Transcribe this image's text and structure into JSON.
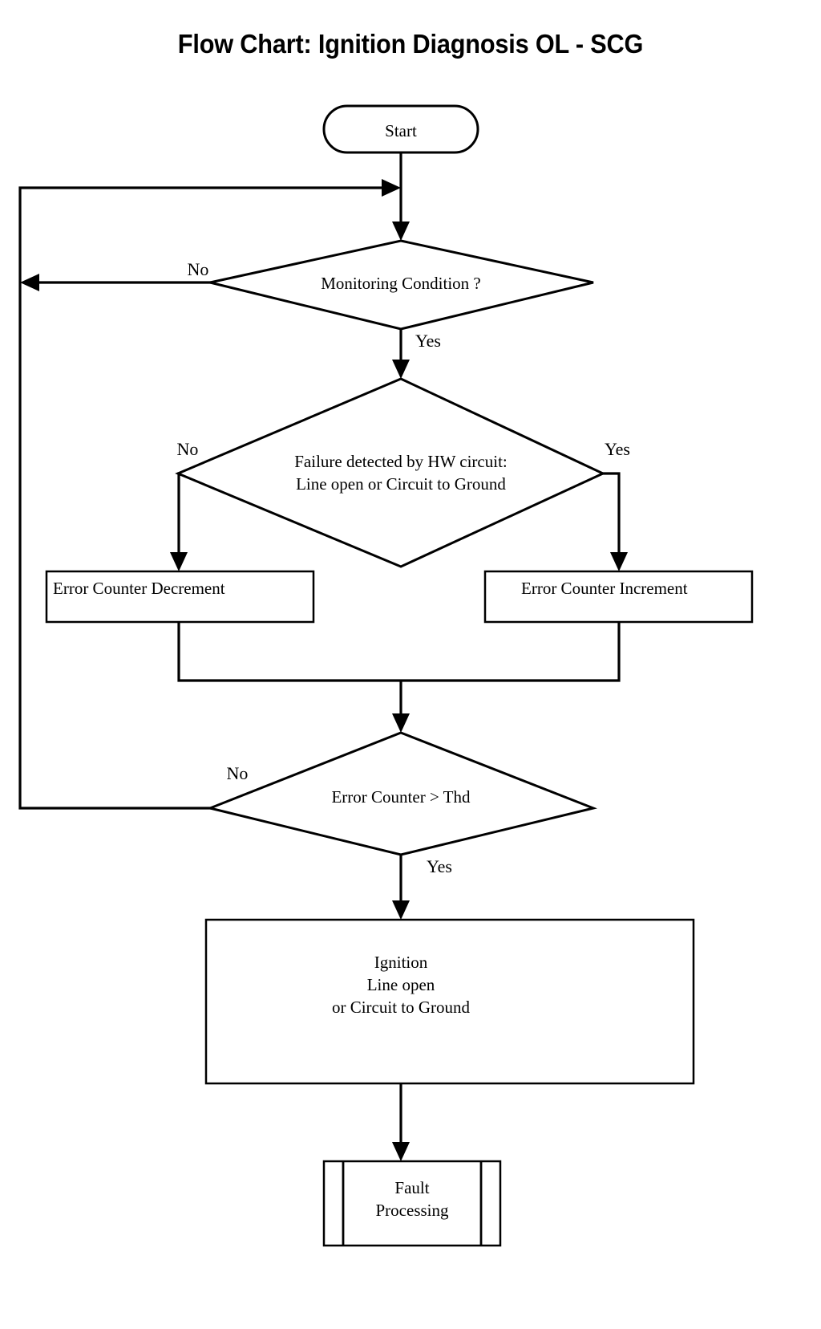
{
  "page": {
    "title": "Flow Chart: Ignition Diagnosis OL - SCG",
    "background_color": "#ffffff",
    "line_color": "#000000"
  },
  "chart_data": {
    "type": "diagram",
    "diagram_type": "flowchart",
    "title": "Flow Chart: Ignition Diagnosis OL - SCG",
    "orientation": "top-to-bottom",
    "nodes": [
      {
        "id": "start",
        "shape": "terminator",
        "text": [
          "Start"
        ]
      },
      {
        "id": "moncond",
        "shape": "decision",
        "text": [
          "Monitoring Condition ?"
        ]
      },
      {
        "id": "hwfail",
        "shape": "decision",
        "text": [
          "Failure detected by HW circuit:",
          "Line open or Circuit to Ground"
        ]
      },
      {
        "id": "decrement",
        "shape": "process",
        "text": [
          "Error Counter Decrement"
        ]
      },
      {
        "id": "increment",
        "shape": "process",
        "text": [
          "Error Counter Increment"
        ]
      },
      {
        "id": "thd",
        "shape": "decision",
        "text": [
          "Error Counter >  Thd"
        ]
      },
      {
        "id": "ignition",
        "shape": "process",
        "text": [
          "Ignition",
          "Line open",
          "or Circuit to Ground"
        ]
      },
      {
        "id": "fault",
        "shape": "predefined-process",
        "text": [
          "Fault",
          "Processing"
        ]
      }
    ],
    "edges": [
      {
        "from": "start",
        "to": "moncond",
        "label": ""
      },
      {
        "from": "moncond",
        "to": "loop-left",
        "label": "No"
      },
      {
        "from": "moncond",
        "to": "hwfail",
        "label": "Yes"
      },
      {
        "from": "hwfail",
        "to": "decrement",
        "label": "No"
      },
      {
        "from": "hwfail",
        "to": "increment",
        "label": "Yes"
      },
      {
        "from": "decrement",
        "to": "thd",
        "label": ""
      },
      {
        "from": "increment",
        "to": "thd",
        "label": ""
      },
      {
        "from": "thd",
        "to": "loop-left",
        "label": "No"
      },
      {
        "from": "thd",
        "to": "ignition",
        "label": "Yes"
      },
      {
        "from": "ignition",
        "to": "fault",
        "label": ""
      },
      {
        "from": "loop-left",
        "to": "start-out",
        "label": ""
      }
    ]
  },
  "nodes": {
    "start": {
      "label": "Start"
    },
    "moncond": {
      "label": "Monitoring Condition ?"
    },
    "hwfail": {
      "line1": "Failure detected by HW circuit:",
      "line2": "Line open or Circuit to Ground"
    },
    "decrement": {
      "label": "Error Counter Decrement"
    },
    "increment": {
      "label": "Error Counter Increment"
    },
    "thd": {
      "label": "Error Counter >  Thd"
    },
    "ignition": {
      "line1": "Ignition",
      "line2": "Line open",
      "line3": "or Circuit to Ground"
    },
    "fault": {
      "line1": "Fault",
      "line2": "Processing"
    }
  },
  "labels": {
    "moncond_no": "No",
    "moncond_yes": "Yes",
    "hwfail_no": "No",
    "hwfail_yes": "Yes",
    "thd_no": "No",
    "thd_yes": "Yes"
  }
}
